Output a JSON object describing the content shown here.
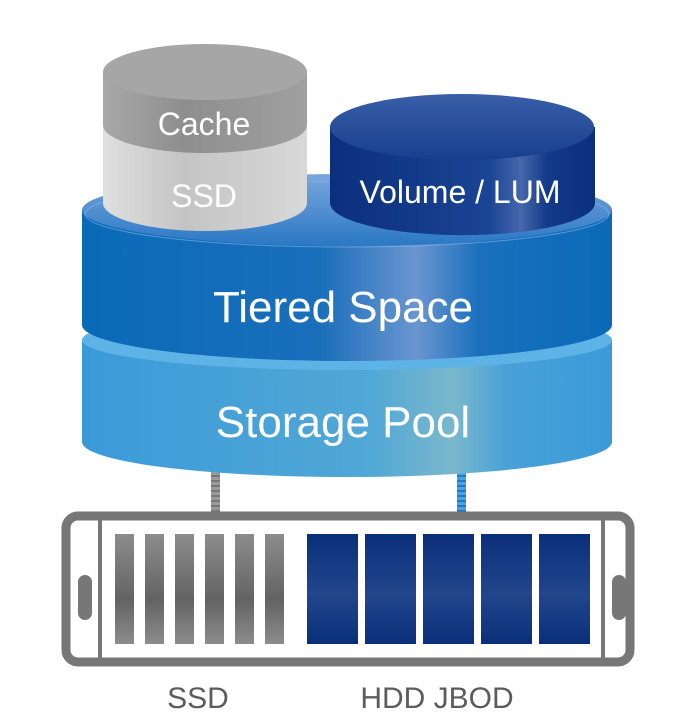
{
  "diagram": {
    "cache_label": "Cache",
    "ssd_tier_label": "SSD",
    "volume_label": "Volume / LUM",
    "tiered_label": "Tiered Space",
    "pool_label": "Storage Pool",
    "enclosure": {
      "ssd_label": "SSD",
      "hdd_label": "HDD JBOD",
      "ssd_drive_count": 6,
      "hdd_drive_count": 5
    }
  },
  "colors": {
    "pool": "#3a9bd8",
    "tiered": "#0a6bb8",
    "volume": "#0d3a86",
    "cache": "#9a9a9a",
    "ssd": "#d2d2d2",
    "enclosure": "#777777",
    "hdd": "#123c86",
    "ssd_drive": "#8a8a8a"
  }
}
